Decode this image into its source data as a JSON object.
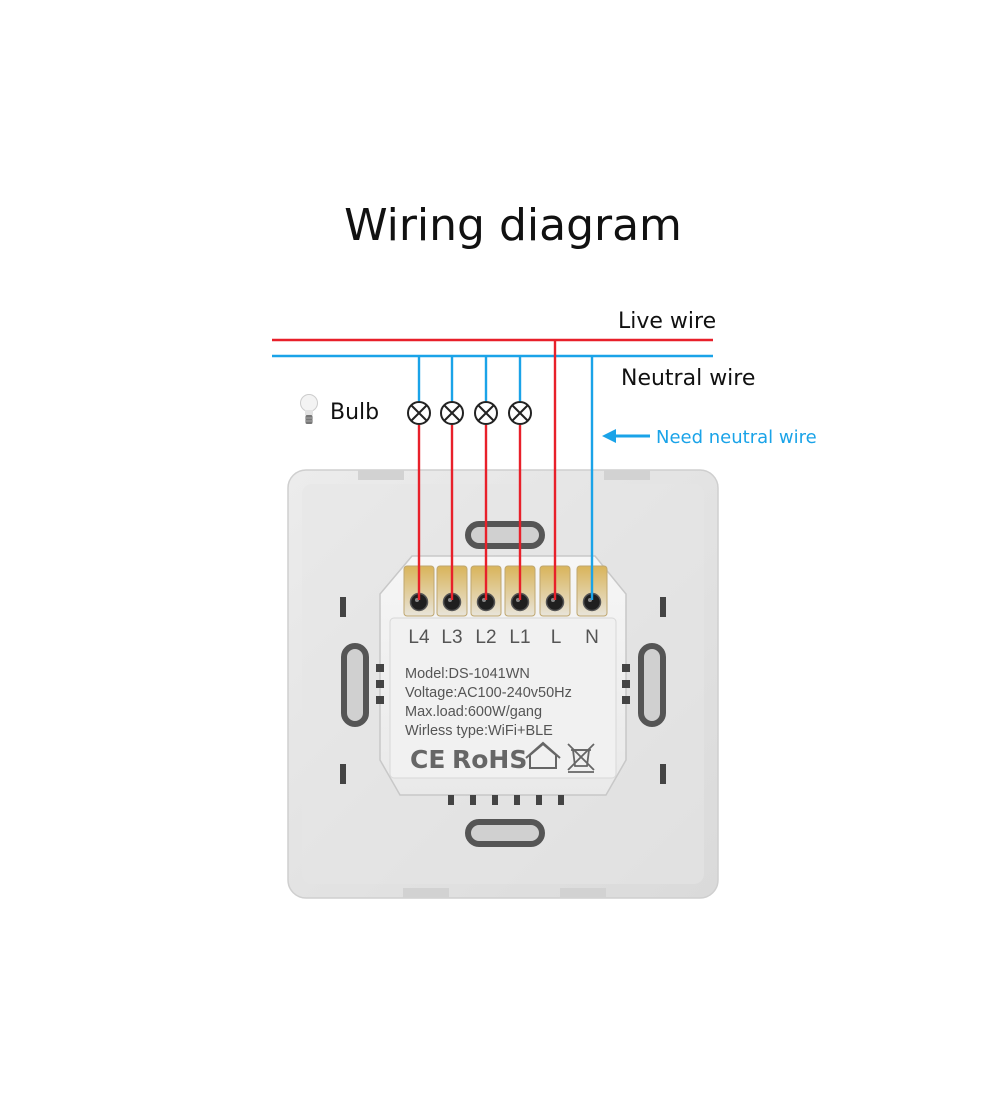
{
  "title": "Wiring diagram",
  "labels": {
    "live_wire": "Live wire",
    "neutral_wire": "Neutral wire",
    "bulb": "Bulb",
    "need_neutral": "Need neutral wire"
  },
  "terminals": [
    "L4",
    "L3",
    "L2",
    "L1",
    "L",
    "N"
  ],
  "specs": {
    "model": "Model:DS-1041WN",
    "voltage": "Voltage:AC100-240v50Hz",
    "max_load": "Max.load:600W/gang",
    "wireless": "Wirless type:WiFi+BLE"
  },
  "certifications": {
    "ce": "CE",
    "rohs": "RoHS"
  },
  "colors": {
    "live": "#e8202a",
    "neutral": "#1aa3e8",
    "note": "#1aa3e8"
  }
}
